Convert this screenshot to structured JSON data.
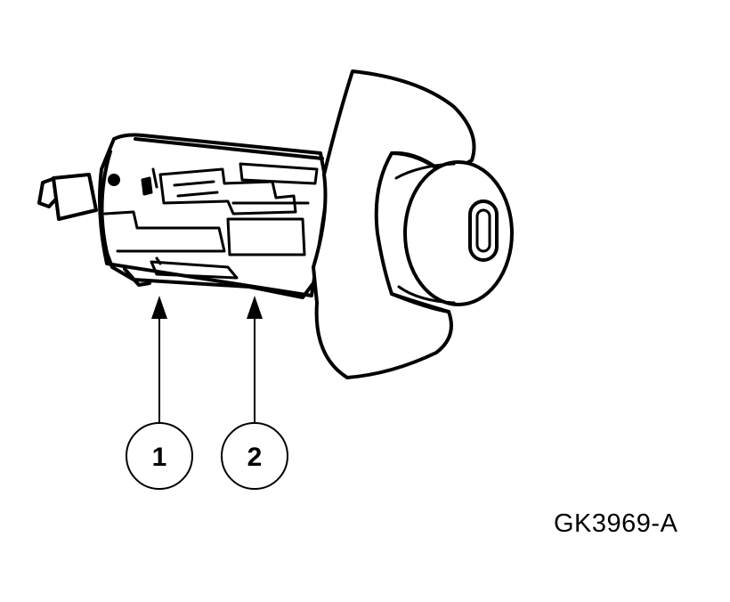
{
  "figure": {
    "code": "GK3969-A"
  },
  "callouts": [
    {
      "number": "1"
    },
    {
      "number": "2"
    }
  ],
  "colors": {
    "line": "#000000",
    "fill": "#ffffff"
  }
}
